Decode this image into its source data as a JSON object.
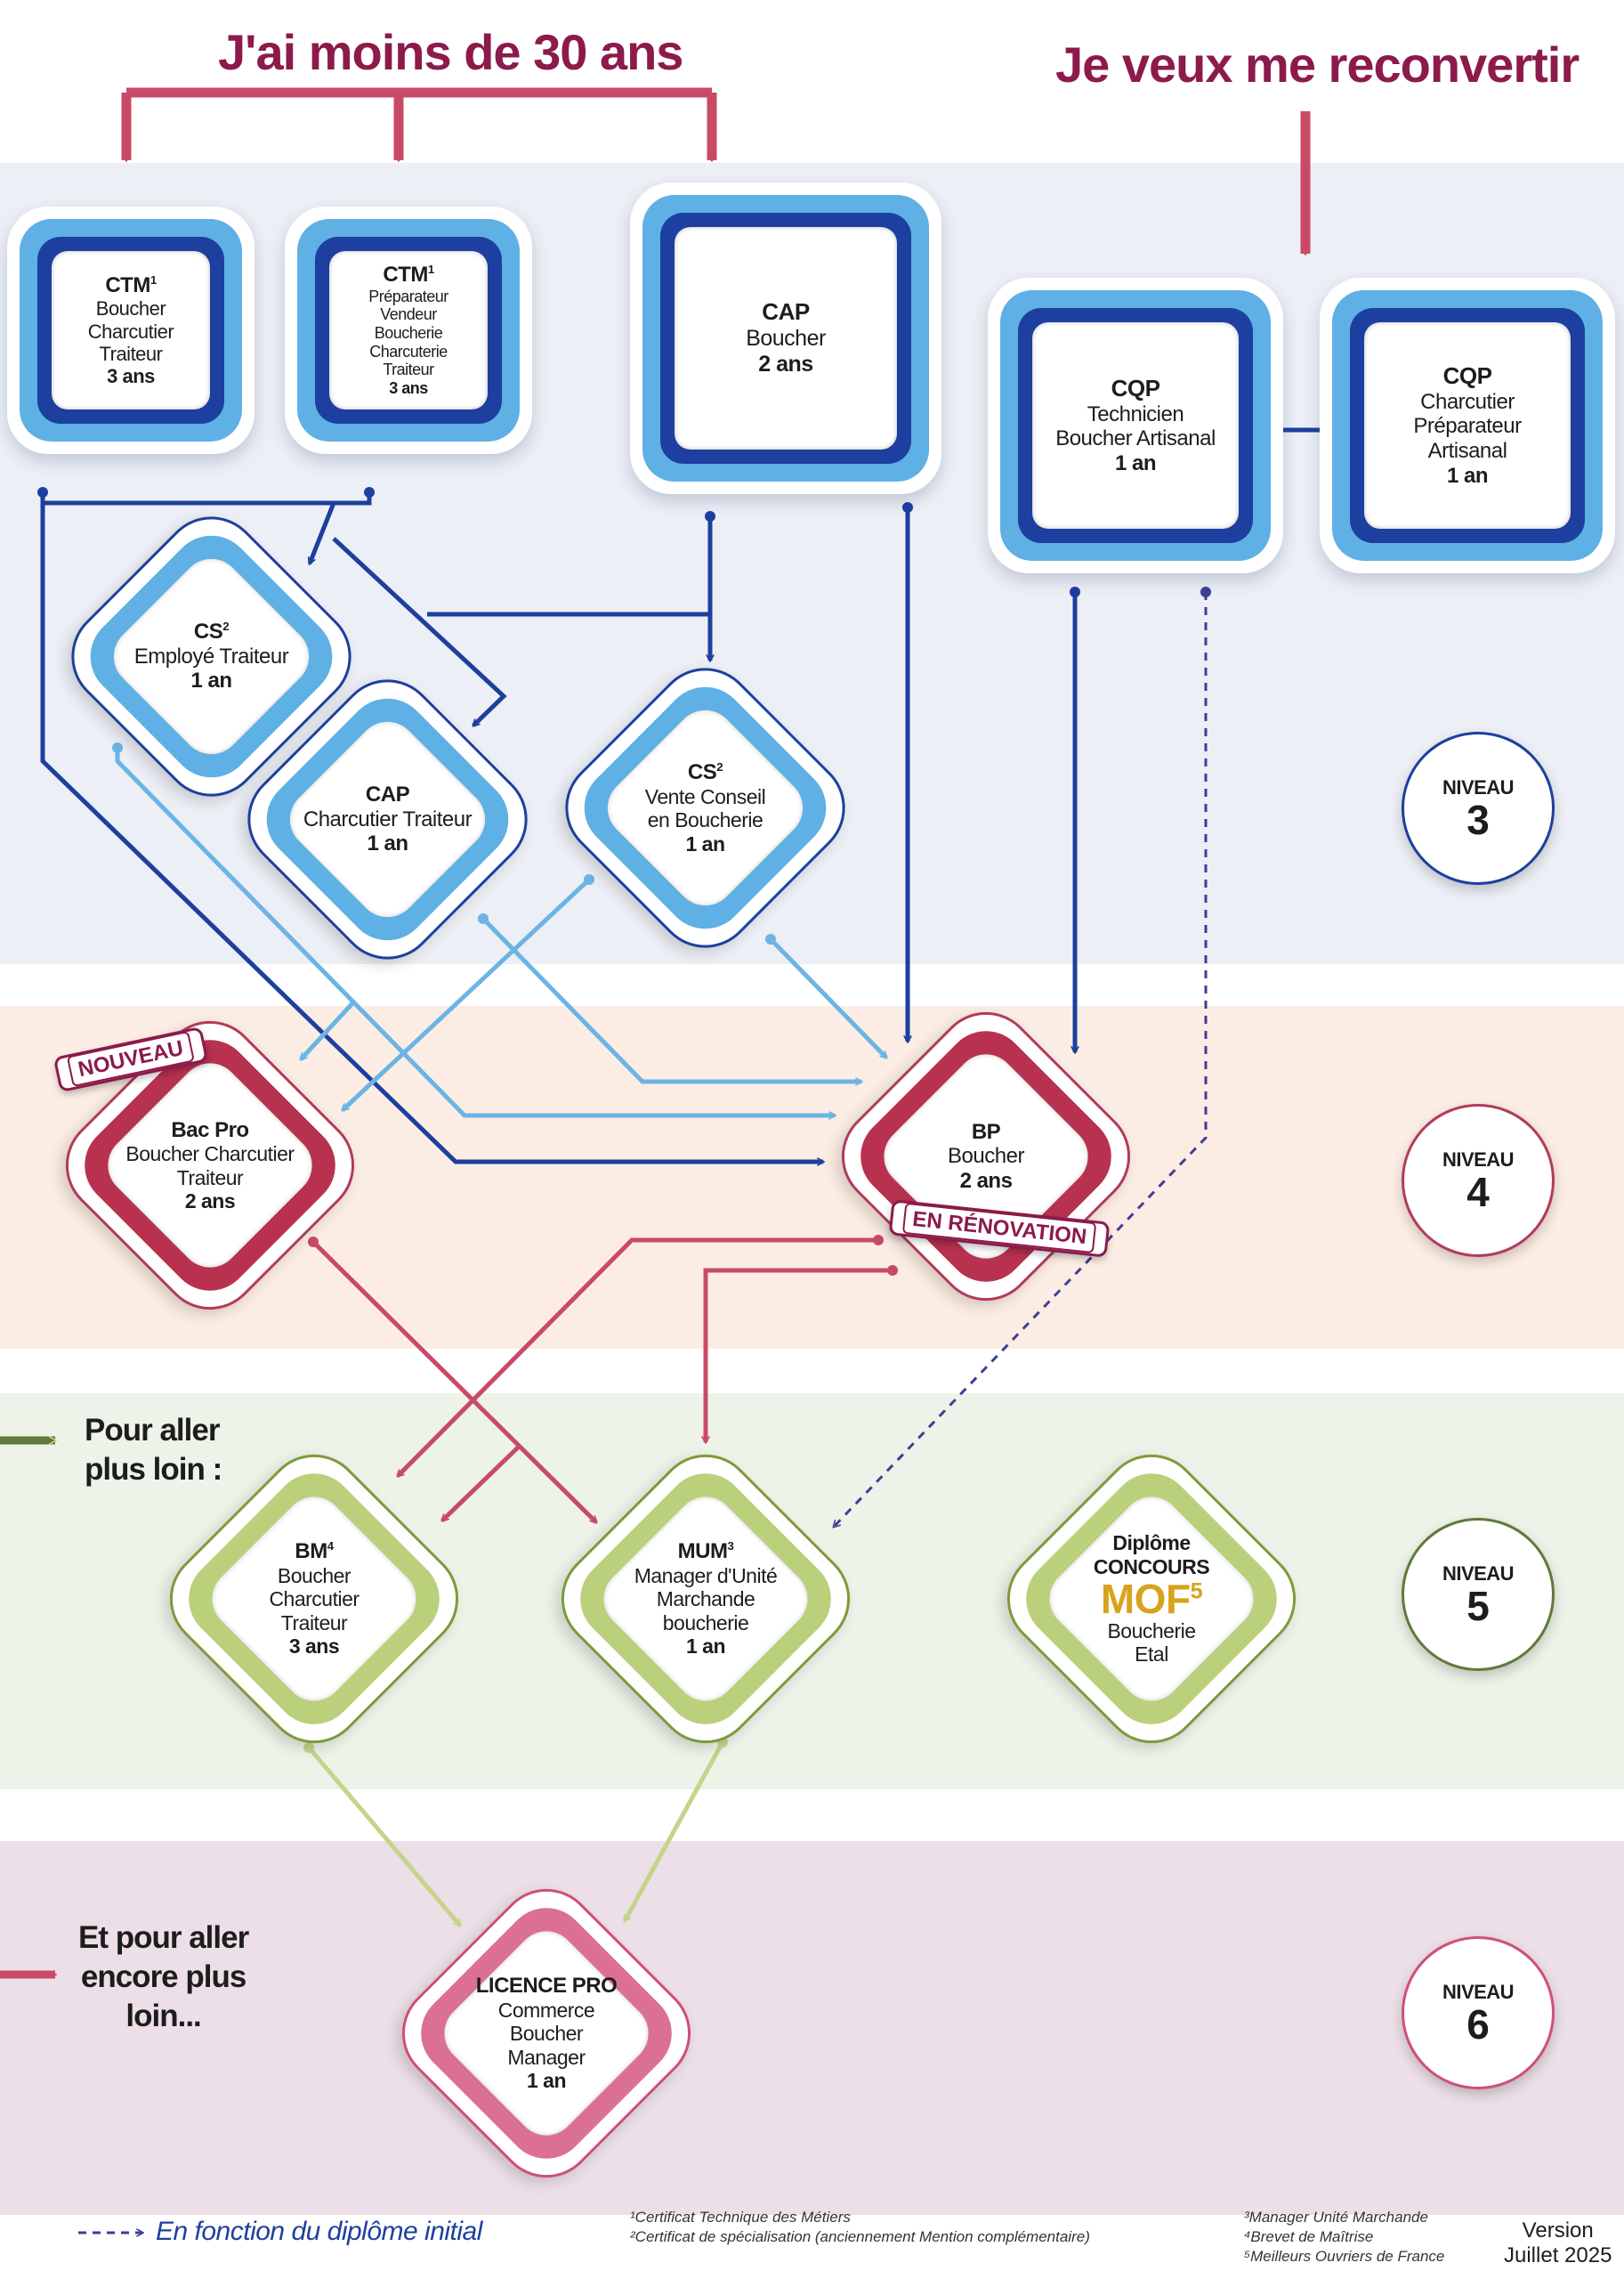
{
  "headers": {
    "left": "J'ai moins de 30 ans",
    "right": "Je veux me reconvertir"
  },
  "nodes": {
    "ctm_boucher": {
      "title": "CTM",
      "sup": "1",
      "lines": [
        "Boucher",
        "Charcutier",
        "Traiteur"
      ],
      "duration": "3 ans"
    },
    "ctm_preparateur": {
      "title": "CTM",
      "sup": "1",
      "lines": [
        "Préparateur",
        "Vendeur",
        "Boucherie",
        "Charcuterie",
        "Traiteur"
      ],
      "duration": "3 ans"
    },
    "cap_boucher": {
      "title": "CAP",
      "lines": [
        "Boucher"
      ],
      "duration": "2 ans"
    },
    "cqp_technicien": {
      "title": "CQP",
      "lines": [
        "Technicien",
        "Boucher Artisanal"
      ],
      "duration": "1 an"
    },
    "cqp_charcutier": {
      "title": "CQP",
      "lines": [
        "Charcutier",
        "Préparateur",
        "Artisanal"
      ],
      "duration": "1 an"
    },
    "cs_traiteur": {
      "title": "CS",
      "sup": "2",
      "lines": [
        "Employé Traiteur"
      ],
      "duration": "1 an"
    },
    "cap_charcutier": {
      "title": "CAP",
      "lines": [
        "Charcutier Traiteur"
      ],
      "duration": "1 an"
    },
    "cs_vente": {
      "title": "CS",
      "sup": "2",
      "lines": [
        "Vente Conseil",
        "en Boucherie"
      ],
      "duration": "1 an"
    },
    "bacpro": {
      "title": "Bac Pro",
      "lines": [
        "Boucher Charcutier",
        "Traiteur"
      ],
      "duration": "2 ans",
      "badge": "NOUVEAU"
    },
    "bp": {
      "title": "BP",
      "lines": [
        "Boucher"
      ],
      "duration": "2 ans",
      "badge": "EN RÉNOVATION"
    },
    "bm": {
      "title": "BM",
      "sup": "4",
      "lines": [
        "Boucher",
        "Charcutier",
        "Traiteur"
      ],
      "duration": "3 ans"
    },
    "mum": {
      "title": "MUM",
      "sup": "3",
      "lines": [
        "Manager d'Unité",
        "Marchande",
        "boucherie"
      ],
      "duration": "1 an"
    },
    "mof": {
      "line1": "Diplôme",
      "line2": "CONCOURS",
      "mof": "MOF",
      "sup": "5",
      "lines": [
        "Boucherie",
        "Etal"
      ]
    },
    "licence": {
      "title": "LICENCE PRO",
      "lines": [
        "Commerce",
        "Boucher",
        "Manager"
      ],
      "duration": "1 an"
    }
  },
  "niveaux": [
    {
      "label": "NIVEAU",
      "num": "3",
      "color": "#1d3f9e"
    },
    {
      "label": "NIVEAU",
      "num": "4",
      "color": "#b23b5a"
    },
    {
      "label": "NIVEAU",
      "num": "5",
      "color": "#5f7a3a"
    },
    {
      "label": "NIVEAU",
      "num": "6",
      "color": "#cf4f7a"
    }
  ],
  "side": {
    "further": "Pour aller\nplus loin :",
    "further_more": "Et pour aller\nencore plus\nloin..."
  },
  "legend": {
    "dashed": "En fonction du diplôme initial"
  },
  "footnotes": {
    "n1": "¹Certificat Technique des Métiers",
    "n2": "²Certificat de spécialisation (anciennement Mention complémentaire)",
    "n3": "³Manager Unité Marchande",
    "n4": "⁴Brevet de Maîtrise",
    "n5": "⁵Meilleurs Ouvriers de France"
  },
  "version": {
    "line1": "Version",
    "line2": "Juillet 2025"
  },
  "colors": {
    "navy": "#1d3f9e",
    "light_blue": "#5fb0e4",
    "crimson": "#b8324f",
    "olive": "#bad07a",
    "pink": "#dc6f96",
    "gold": "#d8a31c",
    "title": "#8c1a4a"
  }
}
